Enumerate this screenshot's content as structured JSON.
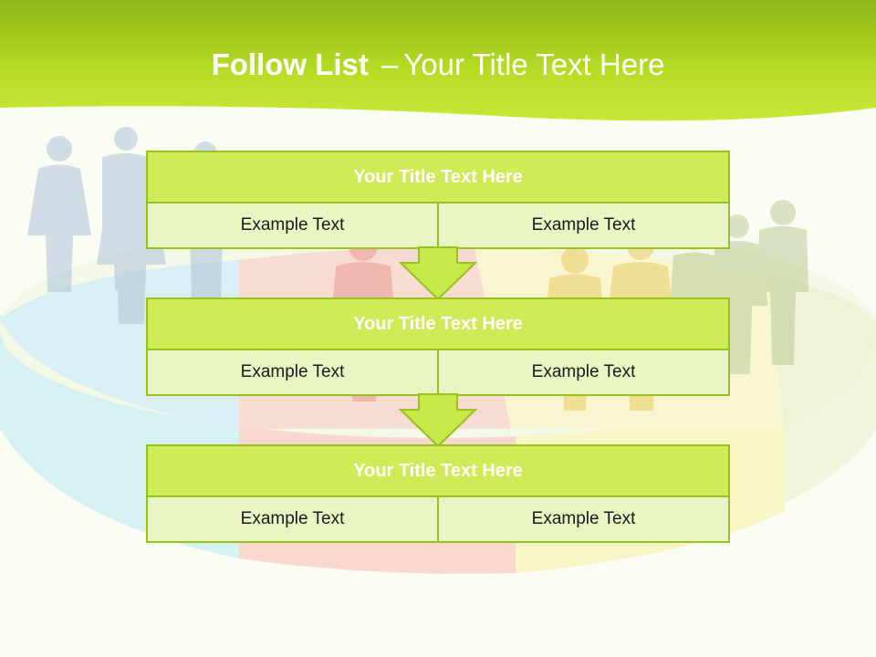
{
  "header": {
    "title_strong": "Follow List",
    "title_dash": "–",
    "title_rest": "Your Title Text Here"
  },
  "blocks": [
    {
      "title": "Your Title Text Here",
      "left": "Example Text",
      "right": "Example Text"
    },
    {
      "title": "Your Title Text Here",
      "left": "Example Text",
      "right": "Example Text"
    },
    {
      "title": "Your Title Text Here",
      "left": "Example Text",
      "right": "Example Text"
    }
  ],
  "colors": {
    "header_green": "#b4d92a",
    "block_title_fill": "#cfec58",
    "block_cell_fill": "#e9f6c4",
    "border_green": "#98c11e",
    "arrow_fill": "#c5e84a"
  },
  "background": {
    "description_icon": "people-on-pie-chart-illustration"
  }
}
